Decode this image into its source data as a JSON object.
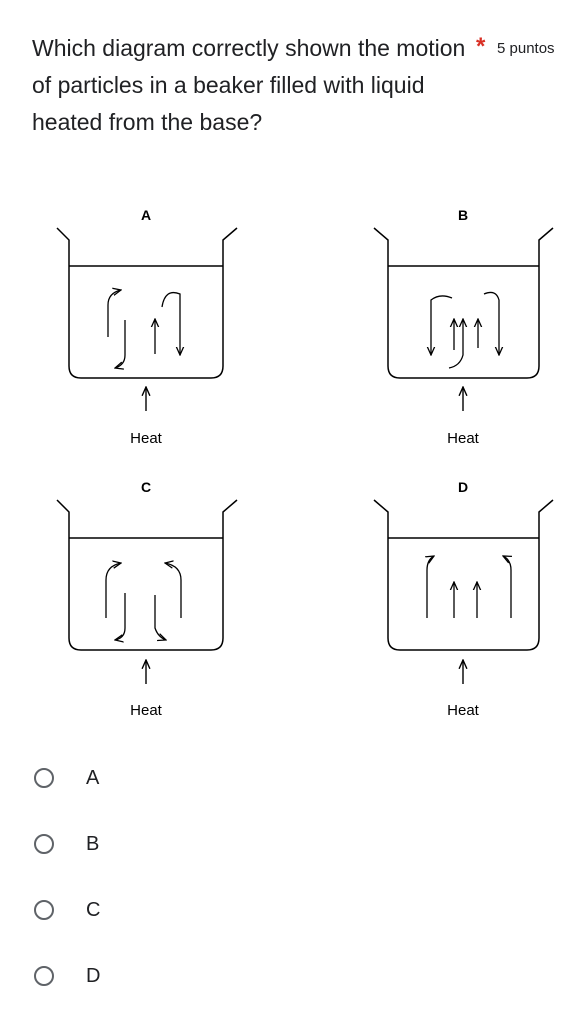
{
  "question": {
    "text": "Which diagram correctly shown the motion of particles in a beaker filled with liquid heated from the base?",
    "required_mark": "*",
    "points": "5 puntos"
  },
  "figure": {
    "panels": [
      {
        "letter": "A",
        "heat_label": "Heat"
      },
      {
        "letter": "B",
        "heat_label": "Heat"
      },
      {
        "letter": "C",
        "heat_label": "Heat"
      },
      {
        "letter": "D",
        "heat_label": "Heat"
      }
    ]
  },
  "options": [
    {
      "label": "A",
      "selected": false
    },
    {
      "label": "B",
      "selected": false
    },
    {
      "label": "C",
      "selected": false
    },
    {
      "label": "D",
      "selected": false
    }
  ],
  "colors": {
    "text": "#202124",
    "required": "#d93025",
    "radio_border": "#5f6368"
  },
  "icons": {
    "radio": "radio-circle-icon",
    "arrow": "arrow-icon"
  }
}
